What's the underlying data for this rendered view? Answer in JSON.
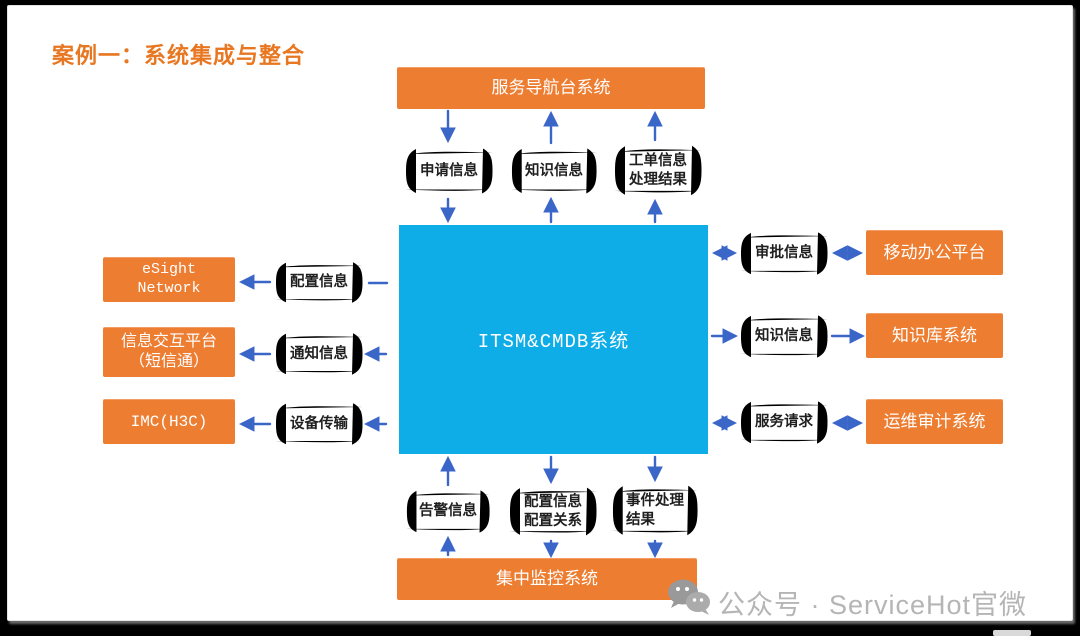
{
  "title": "案例一：系统集成与整合",
  "center_box": {
    "label": "ITSM&CMDB系统"
  },
  "top": {
    "box": "服务导航台系统",
    "callouts": [
      {
        "line1": "申请信息",
        "line2": ""
      },
      {
        "line1": "知识信息",
        "line2": ""
      },
      {
        "line1": "工单信息",
        "line2": "处理结果"
      }
    ]
  },
  "bottom": {
    "box": "集中监控系统",
    "callouts": [
      {
        "line1": "告警信息",
        "line2": ""
      },
      {
        "line1": "配置信息",
        "line2": "配置关系"
      },
      {
        "line1": "事件处理",
        "line2": "结果"
      }
    ]
  },
  "left": {
    "boxes": [
      {
        "line1": "eSight",
        "line2": "Network"
      },
      {
        "line1": "信息交互平台",
        "line2": "（短信通）"
      },
      {
        "line1": "IMC(H3C)",
        "line2": ""
      }
    ],
    "callouts": [
      {
        "line1": "配置信息"
      },
      {
        "line1": "通知信息"
      },
      {
        "line1": "设备传输"
      }
    ]
  },
  "right": {
    "boxes": [
      {
        "line1": "移动办公平台"
      },
      {
        "line1": "知识库系统"
      },
      {
        "line1": "运维审计系统"
      }
    ],
    "callouts": [
      {
        "line1": "审批信息"
      },
      {
        "line1": "知识信息"
      },
      {
        "line1": "服务请求"
      }
    ]
  },
  "watermark": {
    "label": "公众号 · ServiceHot官微",
    "icon": "wechat-icon"
  },
  "colors": {
    "orange": "#ED7D31",
    "blue_center": "#0FADE8",
    "arrow_blue": "#3A66C8",
    "callout_stroke": "#5580CE",
    "title_orange": "#E87722",
    "watermark_gray": "#B5B5B5"
  }
}
